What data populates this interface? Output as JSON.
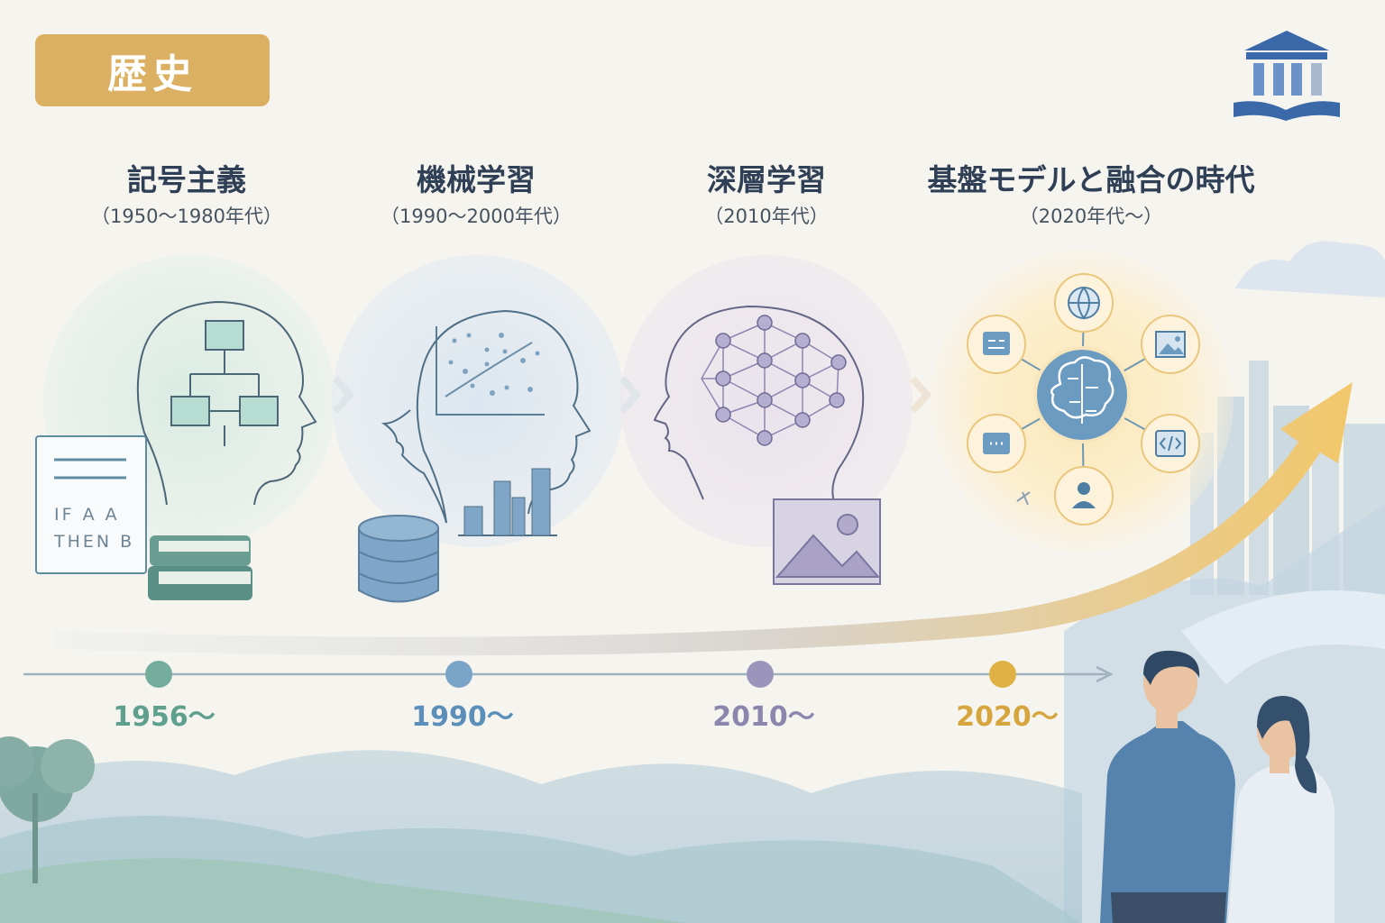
{
  "header": {
    "title": "歴史"
  },
  "logo_icon": "university-book-icon",
  "eras": [
    {
      "title": "記号主義",
      "period": "（1950〜1980年代）",
      "year": "1956〜",
      "color": "#5e9f8e",
      "icon": "head-flowchart-icon"
    },
    {
      "title": "機械学習",
      "period": "（1990〜2000年代）",
      "year": "1990〜",
      "color": "#5b8fb9",
      "icon": "head-scatter-plot-icon"
    },
    {
      "title": "深層学習",
      "period": "（2010年代）",
      "year": "2010〜",
      "color": "#8b86ad",
      "icon": "head-neural-network-icon"
    },
    {
      "title": "基盤モデルと融合の時代",
      "period": "（2020年代〜）",
      "year": "2020〜",
      "color": "#d6a53e",
      "icon": "foundation-model-hub-icon"
    }
  ],
  "rule_card": {
    "line1": "IF  A A",
    "line2": "THEN  B"
  },
  "colors": {
    "badge": "#dcb063",
    "ink": "#2f3f55",
    "timeline": "#a9b5bf",
    "arrow": "#f0c86a"
  }
}
